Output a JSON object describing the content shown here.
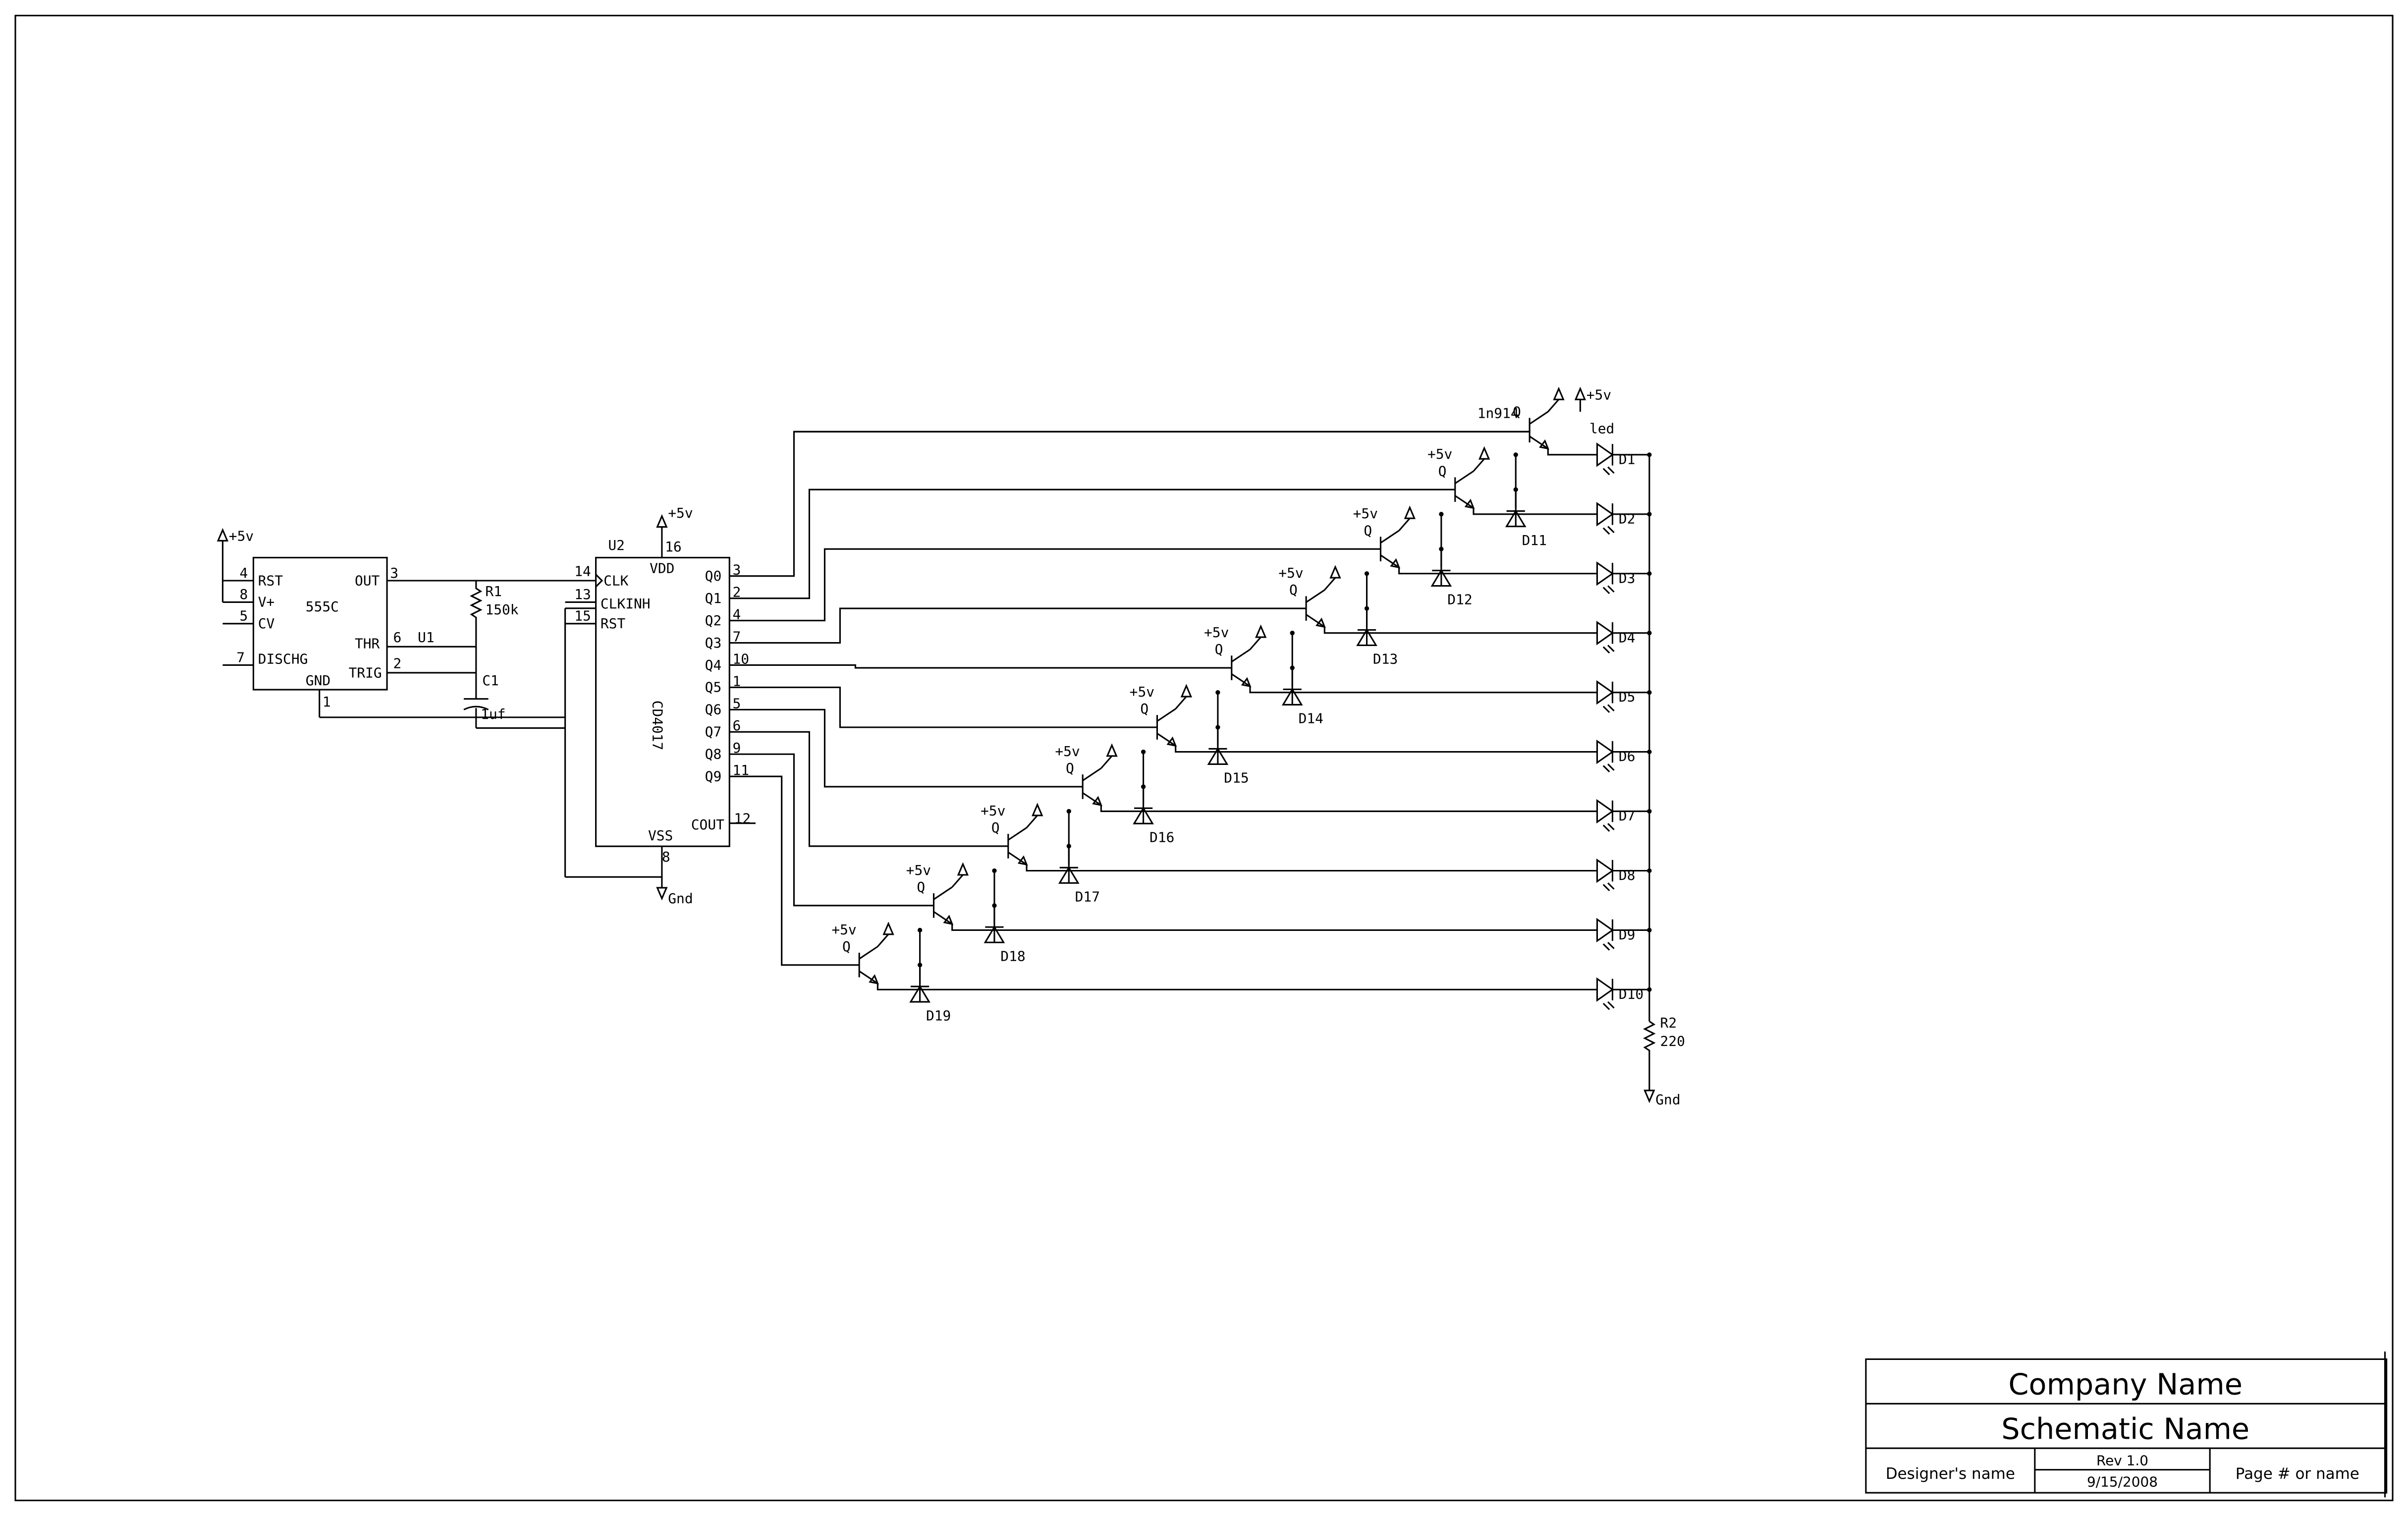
{
  "title_block": {
    "company": "Company Name",
    "schematic": "Schematic Name",
    "designer": "Designer's name",
    "rev": "Rev 1.0",
    "date": "9/15/2008",
    "page": "Page # or name"
  },
  "u1": {
    "ref": "U1",
    "part": "555C",
    "pins": {
      "rst": "RST",
      "vplus": "V+",
      "cv": "CV",
      "dischg": "DISCHG",
      "gnd": "GND",
      "out": "OUT",
      "thr": "THR",
      "trig": "TRIG"
    },
    "pin_numbers": {
      "rst": "4",
      "vplus": "8",
      "cv": "5",
      "dischg": "7",
      "gnd": "1",
      "out": "3",
      "thr": "6",
      "trig": "2"
    }
  },
  "u2": {
    "ref": "U2",
    "part": "CD4017",
    "pins": {
      "clk": "CLK",
      "clkinh": "CLKINH",
      "rst": "RST",
      "vdd": "VDD",
      "vss": "VSS",
      "cout": "COUT",
      "q": [
        "Q0",
        "Q1",
        "Q2",
        "Q3",
        "Q4",
        "Q5",
        "Q6",
        "Q7",
        "Q8",
        "Q9"
      ]
    },
    "pin_numbers": {
      "clk": "14",
      "clkinh": "13",
      "rst": "15",
      "vdd": "16",
      "vss": "8",
      "cout": "12",
      "q": [
        "3",
        "2",
        "4",
        "7",
        "10",
        "1",
        "5",
        "6",
        "9",
        "11"
      ]
    }
  },
  "r1": {
    "ref": "R1",
    "value": "150k"
  },
  "r2": {
    "ref": "R2",
    "value": "220"
  },
  "c1": {
    "ref": "C1",
    "value": "1uf"
  },
  "supply": {
    "vcc": "+5v",
    "gnd": "Gnd"
  },
  "transistor_label": "Q",
  "diode_part": "1n914",
  "led_part": "led",
  "leds": [
    "D1",
    "D2",
    "D3",
    "D4",
    "D5",
    "D6",
    "D7",
    "D8",
    "D9",
    "D10"
  ],
  "diodes": [
    "D11",
    "D12",
    "D13",
    "D14",
    "D15",
    "D16",
    "D17",
    "D18",
    "D19"
  ]
}
